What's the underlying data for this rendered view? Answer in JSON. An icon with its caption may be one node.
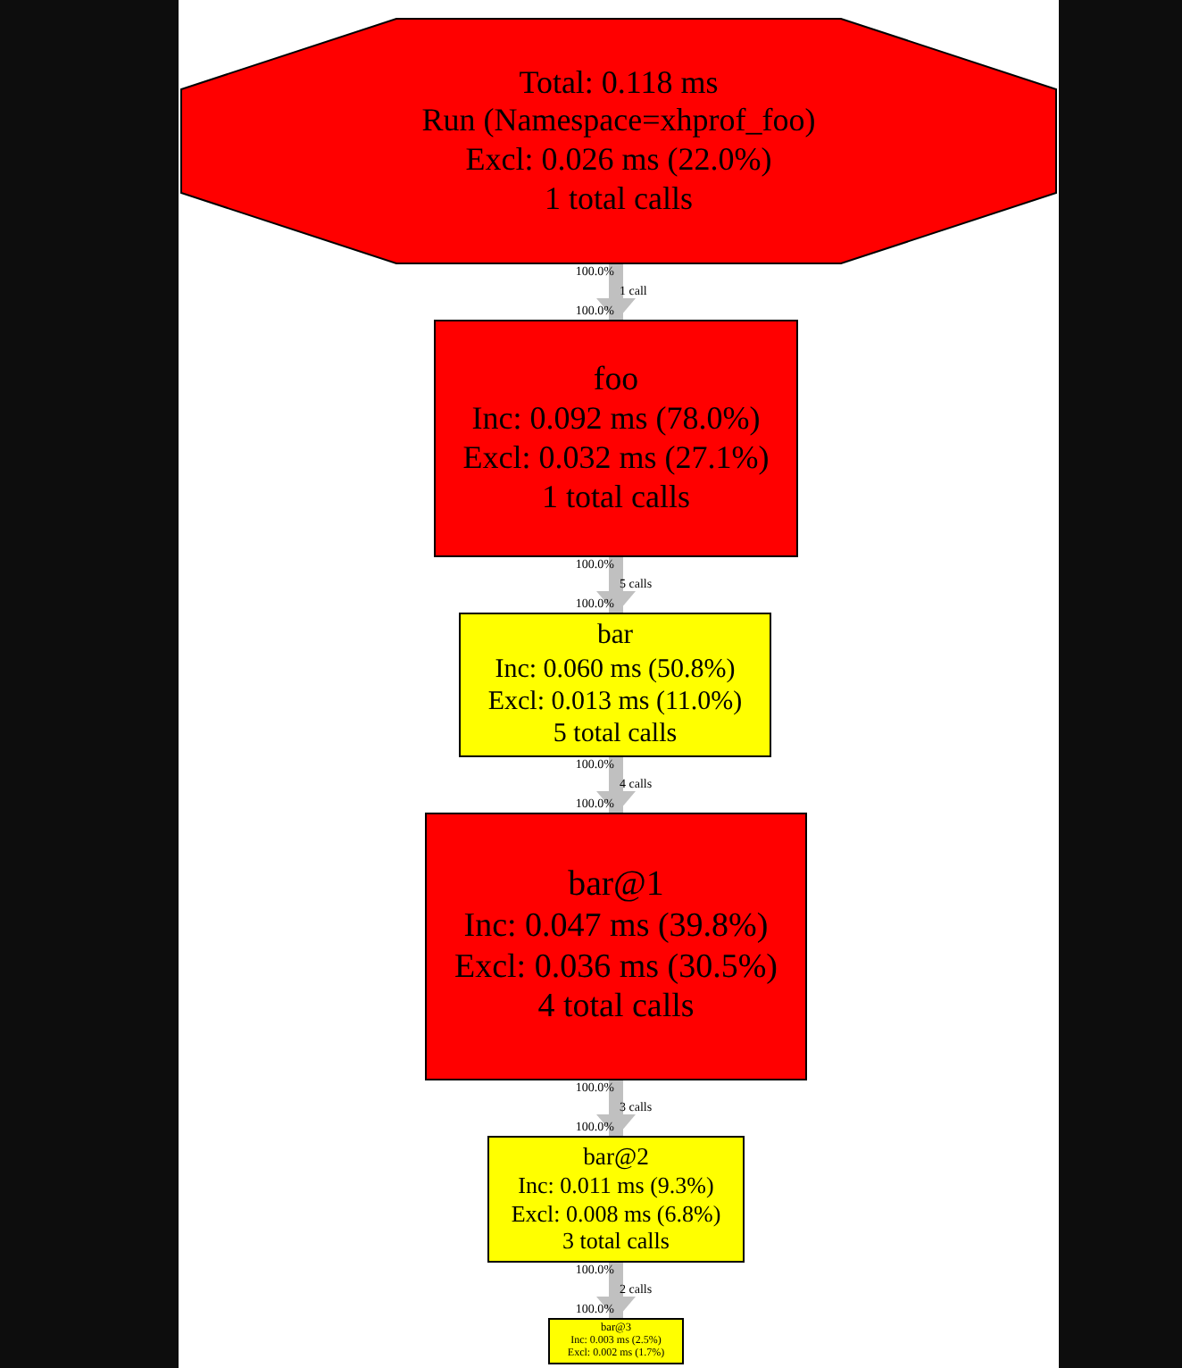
{
  "diagram": {
    "nodes": [
      {
        "text": [
          "Total: 0.118 ms",
          "Run (Namespace=xhprof_foo)",
          "Excl: 0.026 ms (22.0%)",
          "1 total calls"
        ]
      },
      {
        "text": [
          "foo",
          "Inc: 0.092 ms (78.0%)",
          "Excl: 0.032 ms (27.1%)",
          "1 total calls"
        ]
      },
      {
        "text": [
          "bar",
          "Inc: 0.060 ms (50.8%)",
          "Excl: 0.013 ms (11.0%)",
          "5 total calls"
        ]
      },
      {
        "text": [
          "bar@1",
          "Inc: 0.047 ms (39.8%)",
          "Excl: 0.036 ms (30.5%)",
          "4 total calls"
        ]
      },
      {
        "text": [
          "bar@2",
          "Inc: 0.011 ms (9.3%)",
          "Excl: 0.008 ms (6.8%)",
          "3 total calls"
        ]
      },
      {
        "text": [
          "bar@3",
          "Inc: 0.003 ms (2.5%)",
          "Excl: 0.002 ms (1.7%)"
        ]
      }
    ],
    "edges": [
      {
        "from": 0,
        "to": 1,
        "arrow": "to",
        "label": "1 call"
      },
      {
        "from": 1,
        "to": 2,
        "arrow": "to",
        "label": "5 calls"
      },
      {
        "from": 2,
        "to": 3,
        "arrow": "to",
        "label": "4 calls"
      },
      {
        "from": 3,
        "to": 4,
        "arrow": "to",
        "label": "3 calls"
      },
      {
        "from": 4,
        "to": 5,
        "arrow": "to",
        "label": "2 calls"
      }
    ],
    "labels": [
      "100.0%",
      "100.0%",
      "100.0%",
      "100.0%",
      "100.0%",
      "100.0%",
      "100.0%",
      "100.0%",
      "100.0%",
      "100.0%"
    ]
  }
}
